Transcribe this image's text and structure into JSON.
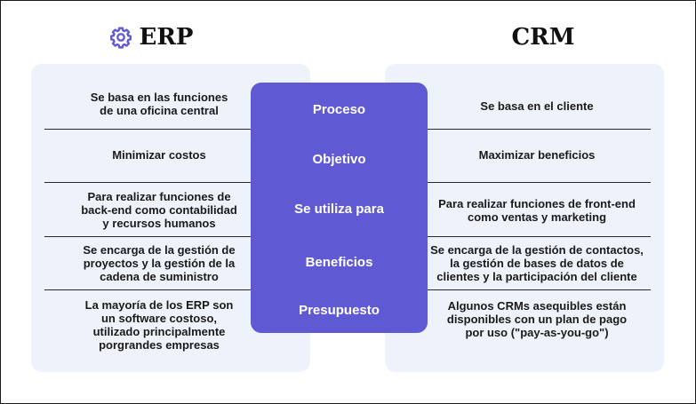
{
  "erp": {
    "title": "ERP",
    "icon": "gear-icon",
    "rows": [
      "Se basa en las funciones\nde una oficina central",
      "Minimizar costos",
      "Para realizar funciones de\nback-end como contabilidad\ny recursos humanos",
      "Se encarga de la gestión de\nproyectos y la gestión de la\ncadena de suministro",
      "La mayoría de los ERP son\nun software costoso,\nutilizado principalmente\nporgrandes empresas"
    ]
  },
  "crm": {
    "title": "CRM",
    "rows": [
      "Se basa en el cliente",
      "Maximizar beneficios",
      "Para realizar funciones de front-end\ncomo ventas y marketing",
      "Se encarga de la gestión de contactos,\nla gestión de bases de datos de\nclientes y la participación del cliente",
      "Algunos CRMs asequibles están\ndisponibles con un plan de pago\npor uso (\"pay-as-you-go\")"
    ]
  },
  "criteria": [
    "Proceso",
    "Objetivo",
    "Se utiliza para",
    "Beneficios",
    "Presupuesto"
  ],
  "colors": {
    "accent": "#5f59d3",
    "panel": "#eef3fb",
    "divider": "#2a2a2a"
  }
}
